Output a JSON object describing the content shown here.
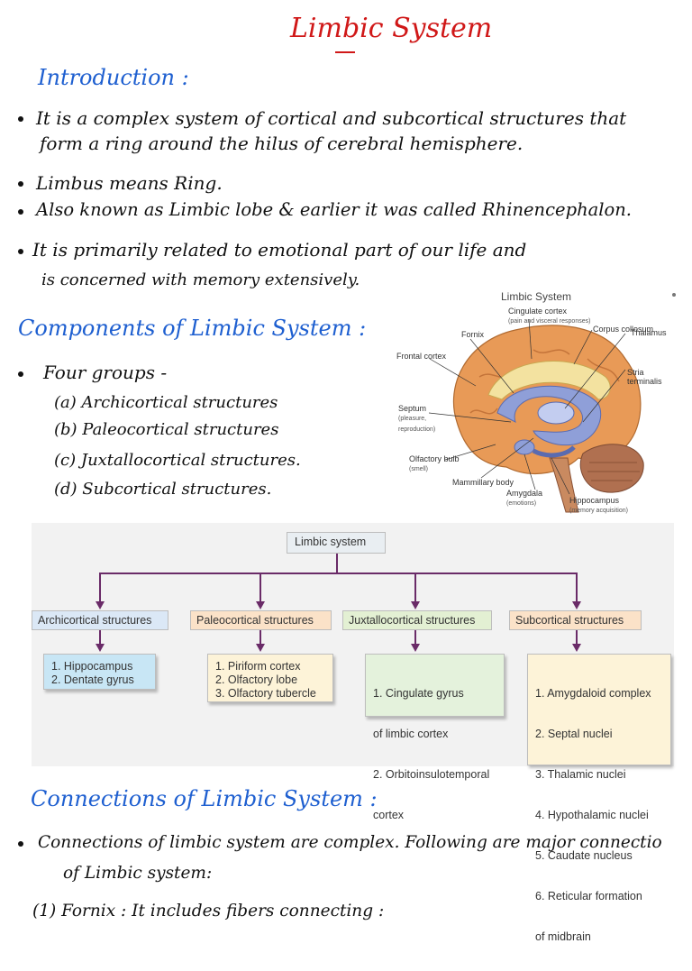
{
  "title": "Limbic System",
  "intro": {
    "heading": "Introduction :",
    "bullets": [
      "It is a complex system of cortical and subcortical structures that",
      "form a ring around the hilus of cerebral hemisphere.",
      "Limbus means Ring.",
      "Also known as Limbic lobe & earlier it was called Rhinencephalon.",
      "It is primarily related to emotional part of our life and",
      "is concerned with memory extensively."
    ]
  },
  "components": {
    "heading": "Components of Limbic System :",
    "lead": "Four groups -",
    "items": [
      "(a) Archicortical structures",
      "(b) Paleocortical structures",
      "(c) Juxtallocortical structures.",
      "(d) Subcortical structures."
    ]
  },
  "brain_figure": {
    "title": "Limbic System",
    "labels": {
      "cingulate": "Cingulate cortex",
      "cingulate_sub": "(pain and visceral responses)",
      "fornix": "Fornix",
      "corpus": "Corpus collosum",
      "frontal": "Frontal cortex",
      "thalamus": "Thalamus",
      "stria": "Stria terminalis",
      "septum": "Septum",
      "septum_sub1": "(pleasure,",
      "septum_sub2": "reproduction)",
      "olfactory": "Olfactory bulb",
      "olfactory_sub": "(smell)",
      "mammillary": "Mammillary body",
      "amygdala": "Amygdala",
      "amygdala_sub": "(emotions)",
      "hippocampus": "Hippocampus",
      "hippocampus_sub": "(memory acquisition)"
    },
    "colors": {
      "cortex": "#e89a57",
      "corpus": "#f3e2a0",
      "limbic": "#8f9fd8",
      "cerebellum": "#b07050"
    }
  },
  "flowchart": {
    "root": "Limbic system",
    "categories": [
      {
        "name": "Archicortical structures",
        "color": "#dbe8f6",
        "items": [
          "1. Hippocampus",
          "2. Dentate gyrus"
        ],
        "box_color": "#c8e6f5"
      },
      {
        "name": "Paleocortical structures",
        "color": "#fbe2c8",
        "items": [
          "1. Piriform cortex",
          "2. Olfactory lobe",
          "3. Olfactory tubercle"
        ],
        "box_color": "#fdf3d8"
      },
      {
        "name": "Juxtallocortical structures",
        "color": "#e3f0d3",
        "items": [
          "1. Cingulate gyrus",
          "   of limbic cortex",
          "2. Orbitoinsulotemporal",
          "   cortex"
        ],
        "box_color": "#e4f2dc"
      },
      {
        "name": "Subcortical structures",
        "color": "#fbe2c8",
        "items": [
          "1. Amygdaloid complex",
          "2. Septal nuclei",
          "3. Thalamic nuclei",
          "4. Hypothalamic nuclei",
          "5. Caudate nucleus",
          "6. Reticular formation",
          "   of midbrain"
        ],
        "box_color": "#fdf3d8"
      }
    ],
    "arrow_color": "#6a2b68"
  },
  "connections": {
    "heading": "Connections of Limbic System :",
    "lines": [
      "Connections of limbic system are complex. Following are major connectio",
      "of Limbic system:",
      "(1) Fornix : It includes fibers connecting :"
    ]
  }
}
